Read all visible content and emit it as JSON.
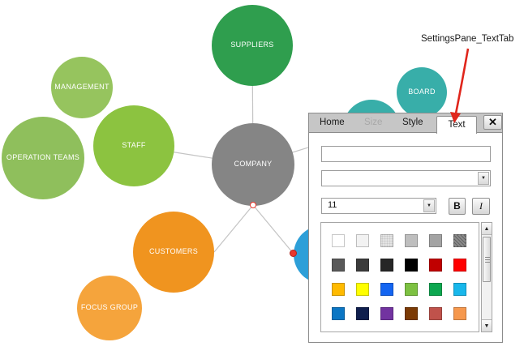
{
  "annotation": {
    "label": "SettingsPane_TextTab"
  },
  "colors": {
    "line": "#C4C4C4",
    "handle": "#E8372D",
    "arrow": "#E0261C",
    "pane_header": "#C6C6C6"
  },
  "diagram": {
    "nodes": [
      {
        "id": "suppliers",
        "label": "SUPPLIERS",
        "color": "#2F9E4E"
      },
      {
        "id": "management",
        "label": "MANAGEMENT",
        "color": "#96C45E"
      },
      {
        "id": "operation-teams",
        "label": "OPERATION TEAMS",
        "color": "#8FBF5C"
      },
      {
        "id": "staff",
        "label": "STAFF",
        "color": "#8CC340"
      },
      {
        "id": "company",
        "label": "COMPANY",
        "color": "#858585"
      },
      {
        "id": "board",
        "label": "BOARD",
        "color": "#38AEA9"
      },
      {
        "id": "customers",
        "label": "CUSTOMERS",
        "color": "#F0941F"
      },
      {
        "id": "focus-group",
        "label": "FOCUS GROUP",
        "color": "#F5A43C"
      },
      {
        "id": "partial-teal",
        "label": "",
        "color": "#38AEA9"
      },
      {
        "id": "partial-blue",
        "label": "",
        "color": "#2D9FD8"
      }
    ]
  },
  "pane": {
    "tabs": [
      {
        "label": "Home",
        "state": "normal"
      },
      {
        "label": "Size",
        "state": "disabled"
      },
      {
        "label": "Style",
        "state": "normal"
      },
      {
        "label": "Text",
        "state": "active"
      }
    ],
    "close_icon": "✕",
    "text_field": {
      "value": "",
      "placeholder": ""
    },
    "font_combo": {
      "value": ""
    },
    "size_combo": {
      "value": "11"
    },
    "bold_label": "B",
    "italic_label": "I",
    "dropdown_arrow_icon": "▼",
    "scroll_up_icon": "▲",
    "scroll_down_icon": "▼",
    "palette": {
      "colors": [
        "#FFFFFF",
        "#F2F2F2",
        "#E4E4E4",
        "#BEBEBE",
        "#A3A3A3",
        "#8B8B8B",
        "#595959",
        "#3B3B3B",
        "#262626",
        "#000000",
        "#C00000",
        "#FF0000",
        "#FFBA00",
        "#FFFF00",
        "#1465F1",
        "#7DC142",
        "#0DA750",
        "#18B7EB",
        "#0B76C4",
        "#0F1F4E",
        "#7233A0",
        "#7B3A05",
        "#C0524B",
        "#F6984D"
      ]
    }
  }
}
